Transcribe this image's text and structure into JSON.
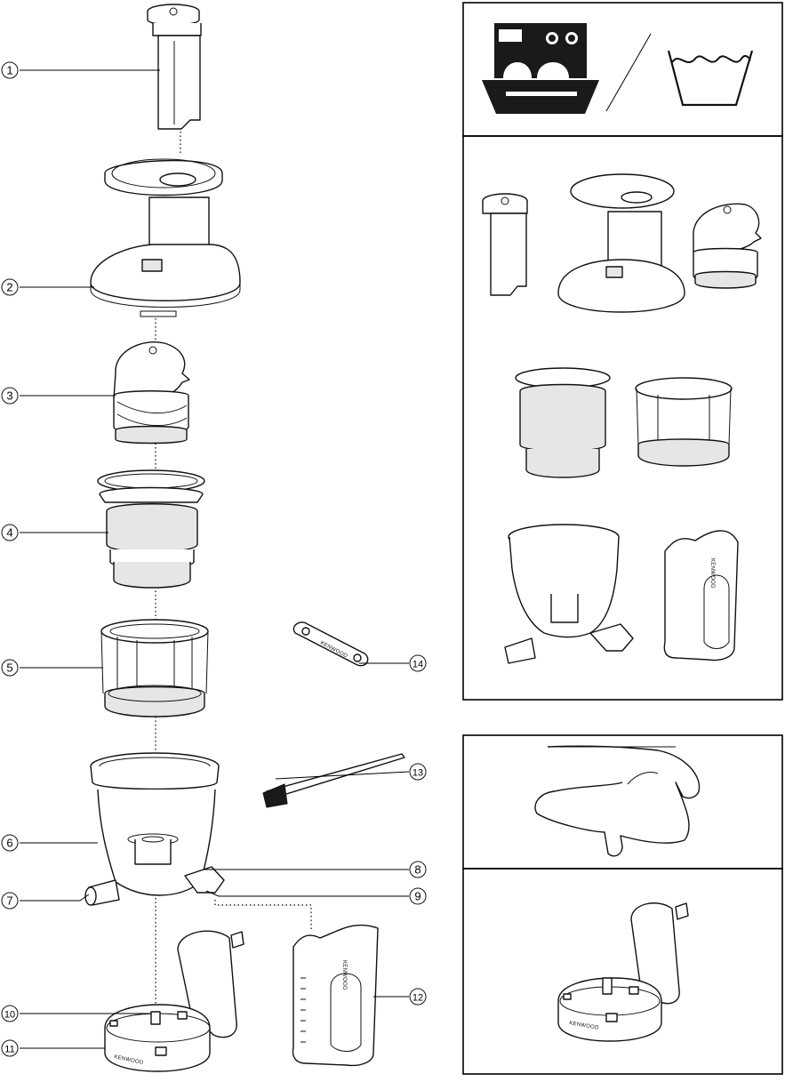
{
  "callouts": [
    {
      "n": "1",
      "label": "①"
    },
    {
      "n": "2",
      "label": "②"
    },
    {
      "n": "3",
      "label": "③"
    },
    {
      "n": "4",
      "label": "④"
    },
    {
      "n": "5",
      "label": "⑤"
    },
    {
      "n": "6",
      "label": "⑥"
    },
    {
      "n": "7",
      "label": "⑦"
    },
    {
      "n": "8",
      "label": "⑧"
    },
    {
      "n": "9",
      "label": "⑨"
    },
    {
      "n": "10",
      "label": "⑩"
    },
    {
      "n": "11",
      "label": "⑪"
    },
    {
      "n": "12",
      "label": "⑫"
    },
    {
      "n": "13",
      "label": "⑬"
    },
    {
      "n": "14",
      "label": "⑭"
    }
  ],
  "brand_marks": {
    "wrench": "KENWOOD",
    "jug": "KENWOOD",
    "base": "KENWOOD"
  },
  "icons": {
    "dishwasher": "dishwasher-safe-icon",
    "handwash": "hand-wash-icon",
    "cloth": "wipe-with-cloth-icon"
  },
  "colors": {
    "line": "#111111",
    "fill": "#ffffff",
    "shade": "#e6e6e6"
  }
}
